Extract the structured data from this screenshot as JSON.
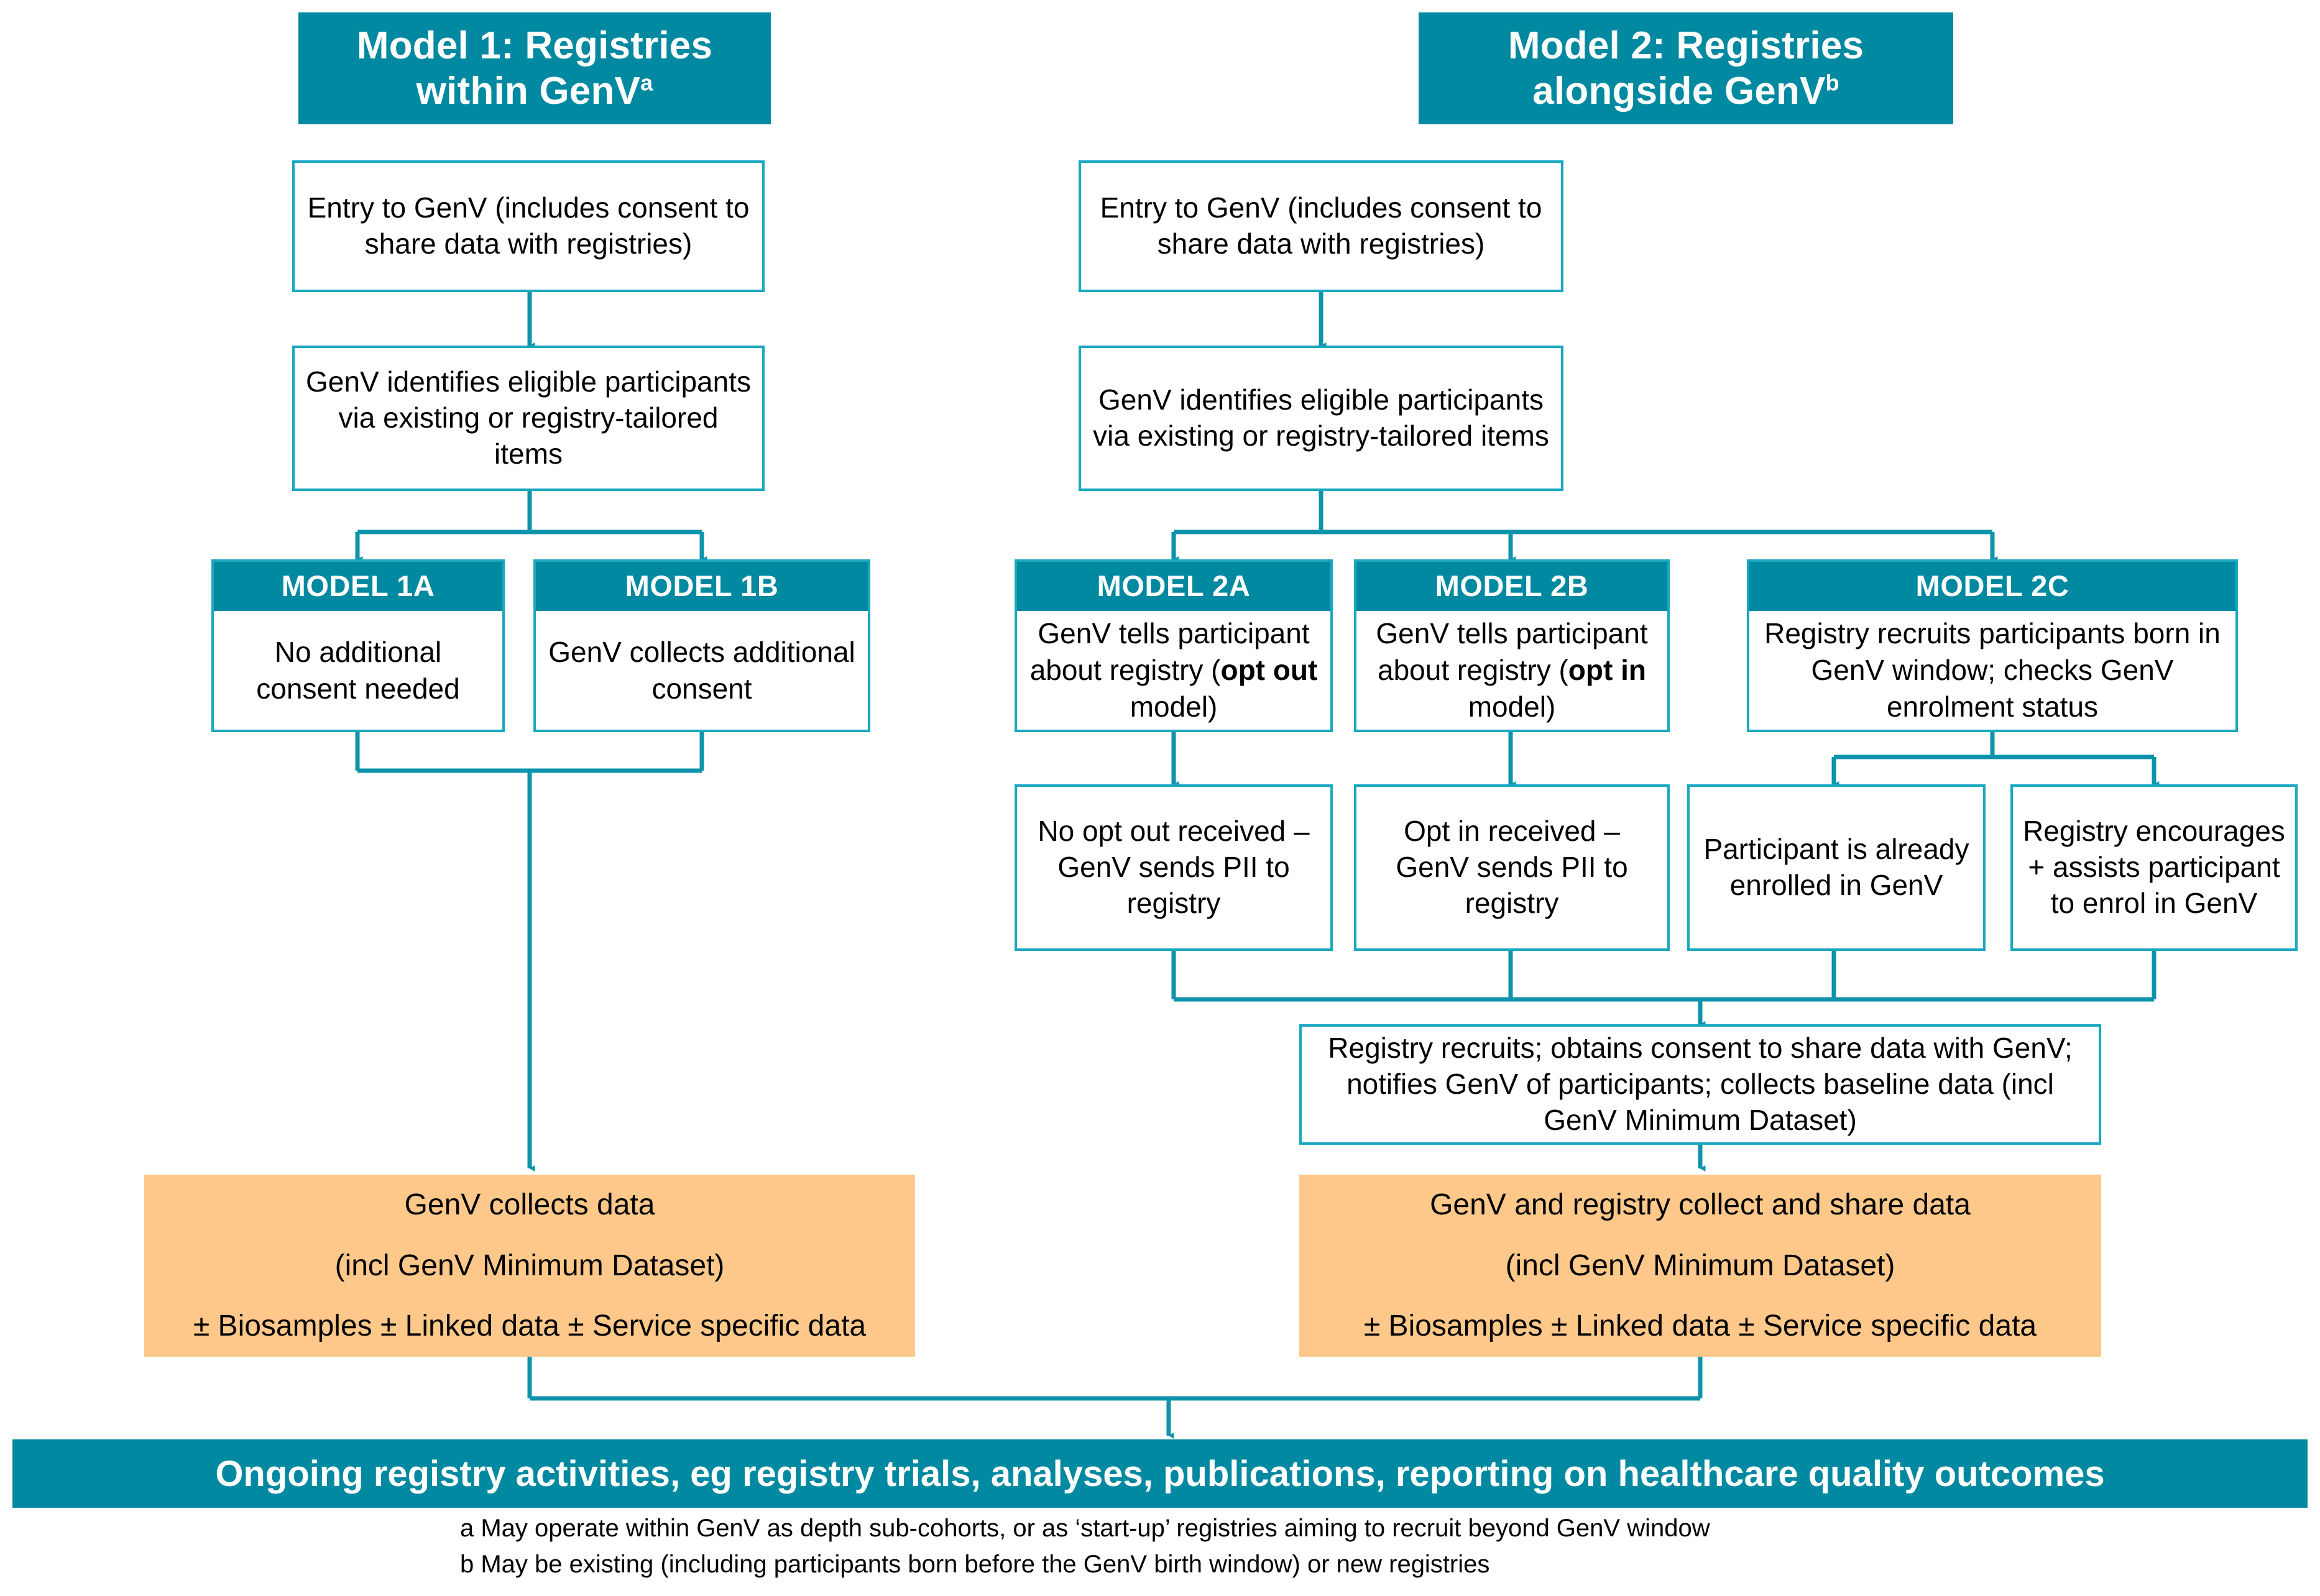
{
  "diagram": {
    "title_model1_line1": "Model 1: Registries",
    "title_model1_line2": "within GenV",
    "title_model1_sup": "a",
    "title_model2_line1": "Model 2: Registries",
    "title_model2_line2": "alongside GenV",
    "title_model2_sup": "b",
    "entry_box": "Entry to GenV (includes consent to share data with registries)",
    "identify_box": "GenV identifies eligible participants via existing or registry-tailored items",
    "model_1a_title": "MODEL 1A",
    "model_1a_body": "No additional consent needed",
    "model_1b_title": "MODEL 1B",
    "model_1b_body": "GenV collects additional consent",
    "model_2a_title": "MODEL 2A",
    "model_2a_body_pre": "GenV tells participant about registry (",
    "model_2a_body_bold": "opt out",
    "model_2a_body_post": " model)",
    "model_2b_title": "MODEL 2B",
    "model_2b_body_pre": "GenV tells participant about registry (",
    "model_2b_body_bold": "opt in",
    "model_2b_body_post": " model)",
    "model_2c_title": "MODEL 2C",
    "model_2c_body": "Registry recruits participants born in GenV window; checks GenV enrolment status",
    "no_opt_out_box": "No opt out received – GenV sends PII to registry",
    "opt_in_box": "Opt in received – GenV sends PII to registry",
    "already_enrolled_box": "Participant is already enrolled in GenV",
    "encourages_box": "Registry encourages + assists participant to enrol in GenV",
    "registry_recruits_box": "Registry recruits; obtains consent to share data with GenV; notifies GenV of participants; collects baseline data (incl GenV Minimum Dataset)",
    "orange_left_line1": "GenV collects data",
    "orange_left_line2": "(incl GenV Minimum Dataset)",
    "orange_left_line3": "± Biosamples ± Linked data ± Service specific data",
    "orange_right_line1": "GenV and registry collect and share data",
    "orange_right_line2": "(incl GenV Minimum Dataset)",
    "orange_right_line3": "± Biosamples ± Linked data ± Service specific data",
    "bottom_bar": "Ongoing registry activities, eg registry trials, analyses, publications, reporting on healthcare quality outcomes",
    "footnote_a": "a May operate within GenV as depth sub-cohorts, or as ‘start-up’ registries aiming to recruit beyond GenV window",
    "footnote_b": "b May be existing (including participants born before the GenV birth window) or new registries"
  },
  "colors": {
    "teal_fill": "#0089a0",
    "teal_line": "#19a8c0",
    "orange_fill": "#fdc88a",
    "white": "#ffffff",
    "black": "#000000"
  }
}
